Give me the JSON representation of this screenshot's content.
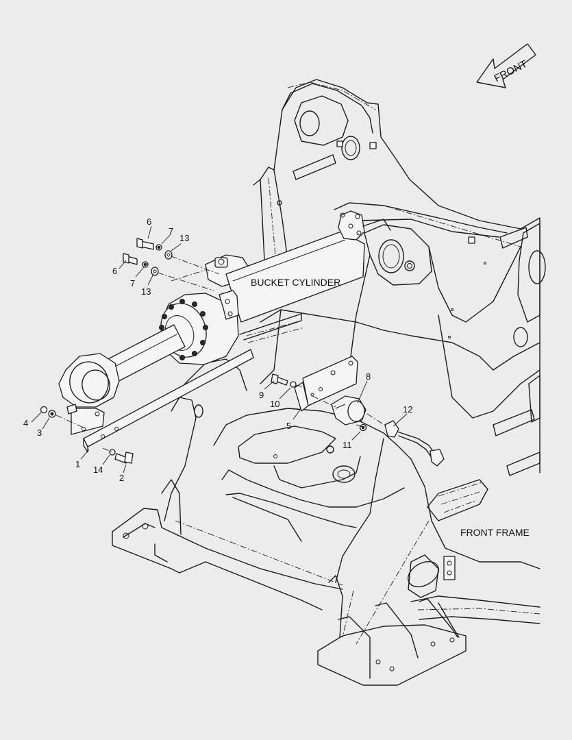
{
  "orientation_label": "FRONT",
  "assembly_labels": {
    "bucket_cylinder": "BUCKET CYLINDER",
    "front_frame": "FRONT FRAME"
  },
  "callouts": {
    "c1": "1",
    "c2": "2",
    "c3": "3",
    "c4": "4",
    "c5": "5",
    "c6a": "6",
    "c6b": "6",
    "c7a": "7",
    "c7b": "7",
    "c8": "8",
    "c9": "9",
    "c10": "10",
    "c11": "11",
    "c12": "12",
    "c13a": "13",
    "c13b": "13",
    "c14": "14"
  }
}
